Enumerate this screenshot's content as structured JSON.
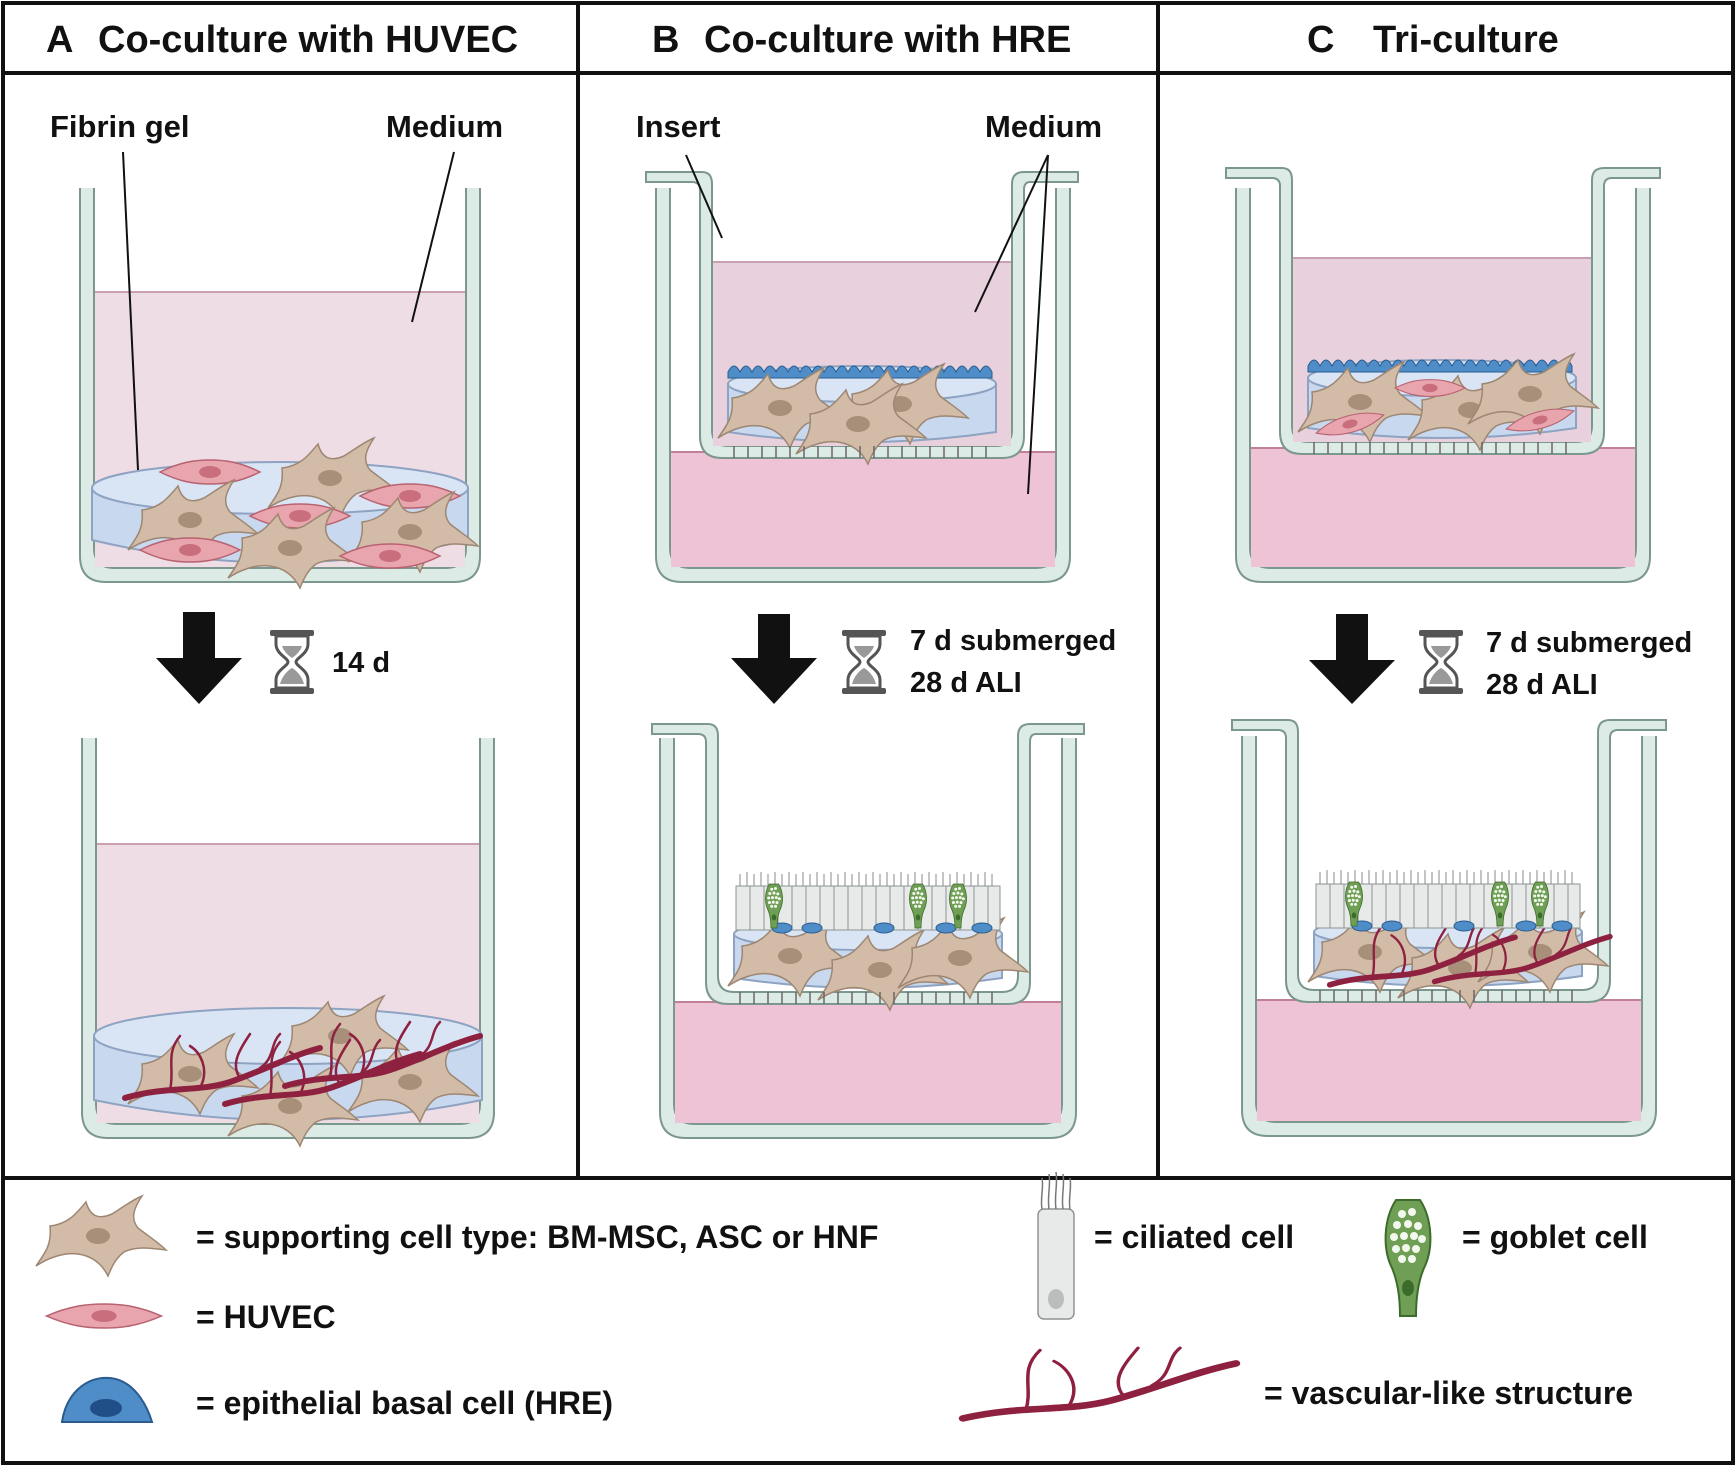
{
  "panels": [
    {
      "letter": "A",
      "title": "Co-culture with HUVEC",
      "labels": [
        "Fibrin gel",
        "Medium"
      ],
      "time": [
        "14 d"
      ]
    },
    {
      "letter": "B",
      "title": "Co-culture with HRE",
      "labels": [
        "Insert",
        "Medium"
      ],
      "time": [
        "7 d submerged",
        "28 d ALI"
      ]
    },
    {
      "letter": "C",
      "title": "Tri-culture",
      "labels": [],
      "time": [
        "7 d submerged",
        "28 d ALI"
      ]
    }
  ],
  "legend": {
    "supporting": "= supporting cell type: BM-MSC, ASC or HNF",
    "huvec": "= HUVEC",
    "basal": "= epithelial basal cell (HRE)",
    "ciliated": "= ciliated cell",
    "goblet": "= goblet cell",
    "vascular": "= vascular-like structure"
  },
  "colors": {
    "well_wall": "#dcebe6",
    "well_stroke": "#7c978d",
    "medium_light": "#efdde6",
    "medium_dark": "#efc3d6",
    "gel": "#c2d6ee",
    "supporting_cell": "#cdb7a3",
    "huvec": "#e49aa5",
    "basal_cell": "#4f8dc9",
    "vessel": "#8e2140",
    "goblet": "#6f9e55"
  }
}
